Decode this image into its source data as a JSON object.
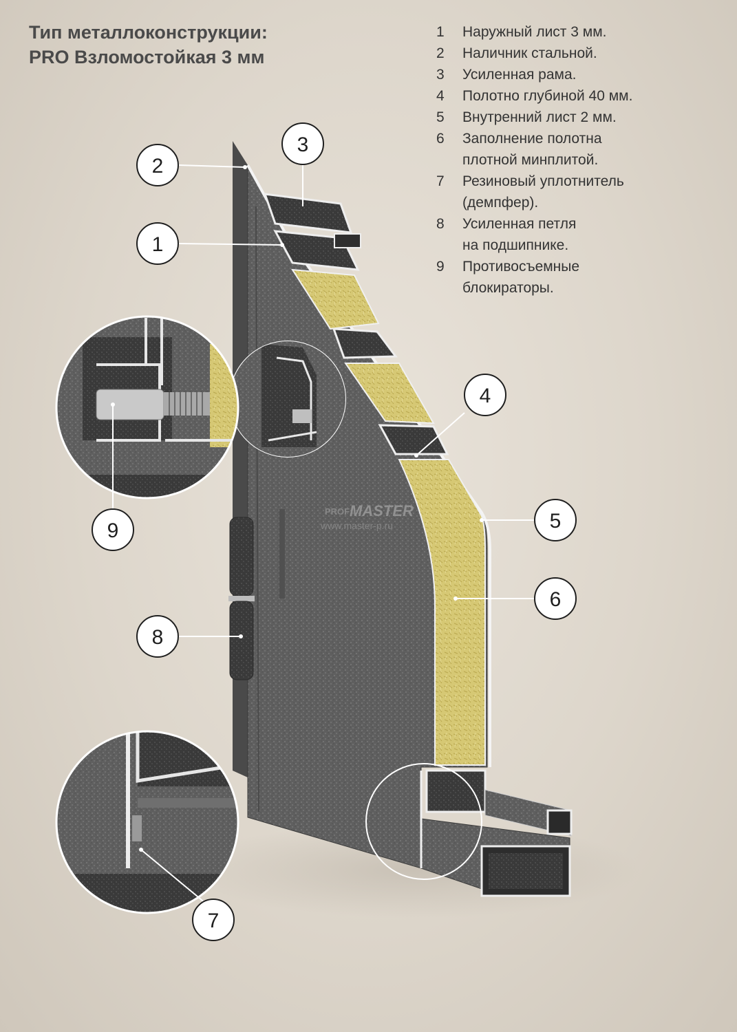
{
  "title": {
    "line1": "Тип металлоконструкции:",
    "line2": "PRO Взломостойкая 3 мм"
  },
  "legend": [
    {
      "num": "1",
      "lines": [
        "Наружный лист 3 мм."
      ]
    },
    {
      "num": "2",
      "lines": [
        "Наличник стальной."
      ]
    },
    {
      "num": "3",
      "lines": [
        "Усиленная рама."
      ]
    },
    {
      "num": "4",
      "lines": [
        "Полотно глубиной 40 мм."
      ]
    },
    {
      "num": "5",
      "lines": [
        "Внутренний лист 2 мм."
      ]
    },
    {
      "num": "6",
      "lines": [
        "Заполнение полотна",
        "плотной минплитой."
      ]
    },
    {
      "num": "7",
      "lines": [
        "Резиновый уплотнитель",
        "(демпфер)."
      ]
    },
    {
      "num": "8",
      "lines": [
        "Усиленная петля",
        "на подшипнике."
      ]
    },
    {
      "num": "9",
      "lines": [
        "Противосъемные",
        "блокираторы."
      ]
    }
  ],
  "callouts": {
    "c1": "1",
    "c2": "2",
    "c3": "3",
    "c4": "4",
    "c5": "5",
    "c6": "6",
    "c7": "7",
    "c8": "8",
    "c9": "9"
  },
  "watermark": {
    "prof": "PROF",
    "master": "MASTER",
    "url": "www.master-p.ru"
  },
  "colors": {
    "background": "#ddd6cb",
    "steel": "#6e6e6e",
    "steel_dark": "#3e3e3e",
    "insulation": "#d3c46e",
    "text": "#333333"
  }
}
